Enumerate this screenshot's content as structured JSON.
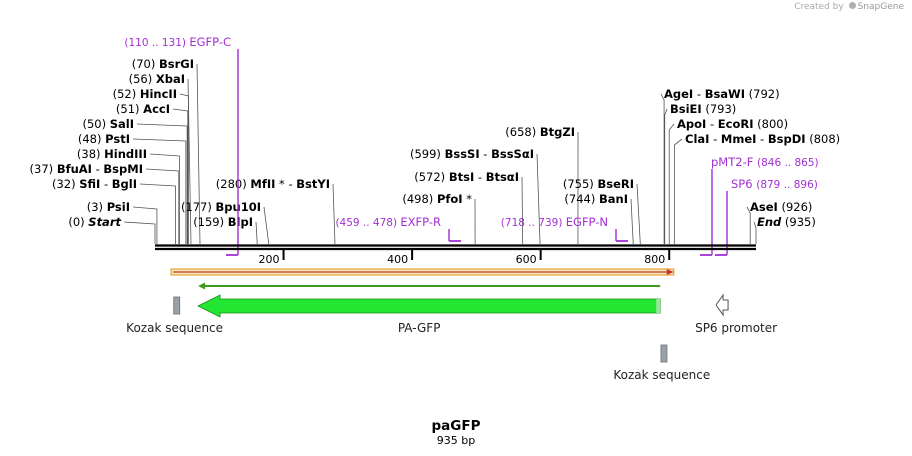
{
  "credit": {
    "prefix": "Created by",
    "brand": "SnapGene"
  },
  "map": {
    "name": "paGFP",
    "length_label": "935 bp",
    "length": 935
  },
  "ticks": [
    {
      "pos": 200,
      "label": "200"
    },
    {
      "pos": 400,
      "label": "400"
    },
    {
      "pos": 600,
      "label": "600"
    },
    {
      "pos": 800,
      "label": "800"
    }
  ],
  "sites": [
    {
      "text": [
        [
          "(0)  ",
          ""
        ],
        [
          "Start",
          "bi"
        ]
      ],
      "pos": 0
    },
    {
      "text": [
        [
          "(3)  ",
          ""
        ],
        [
          "PsiI",
          "b"
        ]
      ],
      "pos": 3
    },
    {
      "text": [
        [
          "(32)  ",
          ""
        ],
        [
          "SfiI",
          "b"
        ],
        [
          "  -  ",
          ""
        ],
        [
          "BglI",
          "b"
        ]
      ],
      "pos": 32
    },
    {
      "text": [
        [
          "(37)  ",
          ""
        ],
        [
          "BfuAI",
          "b"
        ],
        [
          "  -  ",
          ""
        ],
        [
          "BspMI",
          "b"
        ]
      ],
      "pos": 37
    },
    {
      "text": [
        [
          "(38)  ",
          ""
        ],
        [
          "HindIII",
          "b"
        ]
      ],
      "pos": 38
    },
    {
      "text": [
        [
          "(48)  ",
          ""
        ],
        [
          "PstI",
          "b"
        ]
      ],
      "pos": 48
    },
    {
      "text": [
        [
          "(50)  ",
          ""
        ],
        [
          "SalI",
          "b"
        ]
      ],
      "pos": 50
    },
    {
      "text": [
        [
          "(51)  ",
          ""
        ],
        [
          "AccI",
          "b"
        ]
      ],
      "pos": 51
    },
    {
      "text": [
        [
          "(52)  ",
          ""
        ],
        [
          "HincII",
          "b"
        ]
      ],
      "pos": 52
    },
    {
      "text": [
        [
          "(56)  ",
          ""
        ],
        [
          "XbaI",
          "b"
        ]
      ],
      "pos": 56
    },
    {
      "text": [
        [
          "(70)  ",
          ""
        ],
        [
          "BsrGI",
          "b"
        ]
      ],
      "pos": 70
    },
    {
      "text": [
        [
          "(159)  ",
          ""
        ],
        [
          "BlpI",
          "b"
        ]
      ],
      "pos": 159
    },
    {
      "text": [
        [
          "(177)  ",
          ""
        ],
        [
          "Bpu10I",
          "b"
        ]
      ],
      "pos": 177
    },
    {
      "text": [
        [
          "(280)  ",
          ""
        ],
        [
          "MfII",
          "b"
        ],
        [
          " * - ",
          ""
        ],
        [
          "BstYI",
          "b"
        ]
      ],
      "pos": 280
    },
    {
      "text": [
        [
          "(498)  ",
          ""
        ],
        [
          "PfoI",
          "b"
        ],
        [
          " *",
          ""
        ]
      ],
      "pos": 498
    },
    {
      "text": [
        [
          "(572)  ",
          ""
        ],
        [
          "BtsI",
          "b"
        ],
        [
          "  -  ",
          ""
        ],
        [
          "BtsαI",
          "b"
        ]
      ],
      "pos": 572
    },
    {
      "text": [
        [
          "(599)  ",
          ""
        ],
        [
          "BssSI",
          "b"
        ],
        [
          "  -  ",
          ""
        ],
        [
          "BssSαI",
          "b"
        ]
      ],
      "pos": 599
    },
    {
      "text": [
        [
          "(658)  ",
          ""
        ],
        [
          "BtgZI",
          "b"
        ]
      ],
      "pos": 658
    },
    {
      "text": [
        [
          "(744)  ",
          ""
        ],
        [
          "BanI",
          "b"
        ]
      ],
      "pos": 744
    },
    {
      "text": [
        [
          "(755)  ",
          ""
        ],
        [
          "BseRI",
          "b"
        ]
      ],
      "pos": 755
    },
    {
      "text": [
        [
          "AgeI",
          "b"
        ],
        [
          "  -  ",
          ""
        ],
        [
          "BsaWI",
          "b"
        ],
        [
          "   (792)",
          ""
        ]
      ],
      "pos": 792
    },
    {
      "text": [
        [
          "BsiEI",
          "b"
        ],
        [
          "   (793)",
          ""
        ]
      ],
      "pos": 793
    },
    {
      "text": [
        [
          "ApoI",
          "b"
        ],
        [
          "  -  ",
          ""
        ],
        [
          "EcoRI",
          "b"
        ],
        [
          "   (800)",
          ""
        ]
      ],
      "pos": 800
    },
    {
      "text": [
        [
          "ClaI",
          "b"
        ],
        [
          "  -  ",
          ""
        ],
        [
          "MmeI",
          "b"
        ],
        [
          "  -  ",
          ""
        ],
        [
          "BspDI",
          "b"
        ],
        [
          "   (808)",
          ""
        ]
      ],
      "pos": 808
    },
    {
      "text": [
        [
          "AseI",
          "b"
        ],
        [
          "   (926)",
          ""
        ]
      ],
      "pos": 926
    },
    {
      "text": [
        [
          "End",
          "bi"
        ],
        [
          "   (935)",
          ""
        ]
      ],
      "pos": 935
    }
  ],
  "primers": [
    {
      "range": "(110 .. 131)",
      "name": "EGFP-C",
      "pos": 131,
      "strand": "bottom"
    },
    {
      "range": "(459 .. 478)",
      "name": "EXFP-R",
      "pos": 459,
      "strand": "top"
    },
    {
      "range": "(718 .. 739)",
      "name": "EGFP-N",
      "pos": 718,
      "strand": "top"
    },
    {
      "range": "(846 .. 865)",
      "name": "pMT2-F",
      "pos": 846,
      "strand": "bottom"
    },
    {
      "range": "(879 .. 896)",
      "name": "SP6",
      "pos": 879,
      "strand": "bottom"
    }
  ],
  "features": [
    {
      "name": "Kozak sequence",
      "kind": "box",
      "track": "top",
      "start": 26,
      "end": 35
    },
    {
      "name": "PA-GFP",
      "kind": "arrow-left",
      "track": "top",
      "start": 67,
      "end": 786
    },
    {
      "name": "SP6 promoter",
      "kind": "hollow-arrow-left",
      "track": "top",
      "start": 876,
      "end": 895
    },
    {
      "name": "Kozak sequence",
      "kind": "box",
      "track": "bottom",
      "start": 784,
      "end": 793
    }
  ],
  "orfs": [
    {
      "start": 25,
      "end": 807,
      "direction": "forward",
      "color": "#e8a23a"
    },
    {
      "start": 67,
      "end": 786,
      "direction": "reverse",
      "color": "#3f9b1e"
    }
  ],
  "colors": {
    "primer": "#a22fd4",
    "feature_fill": "#22e632",
    "feature_stroke": "#1a8a1a",
    "kozak_fill": "#9aa0a6",
    "backbone": "#000000"
  }
}
